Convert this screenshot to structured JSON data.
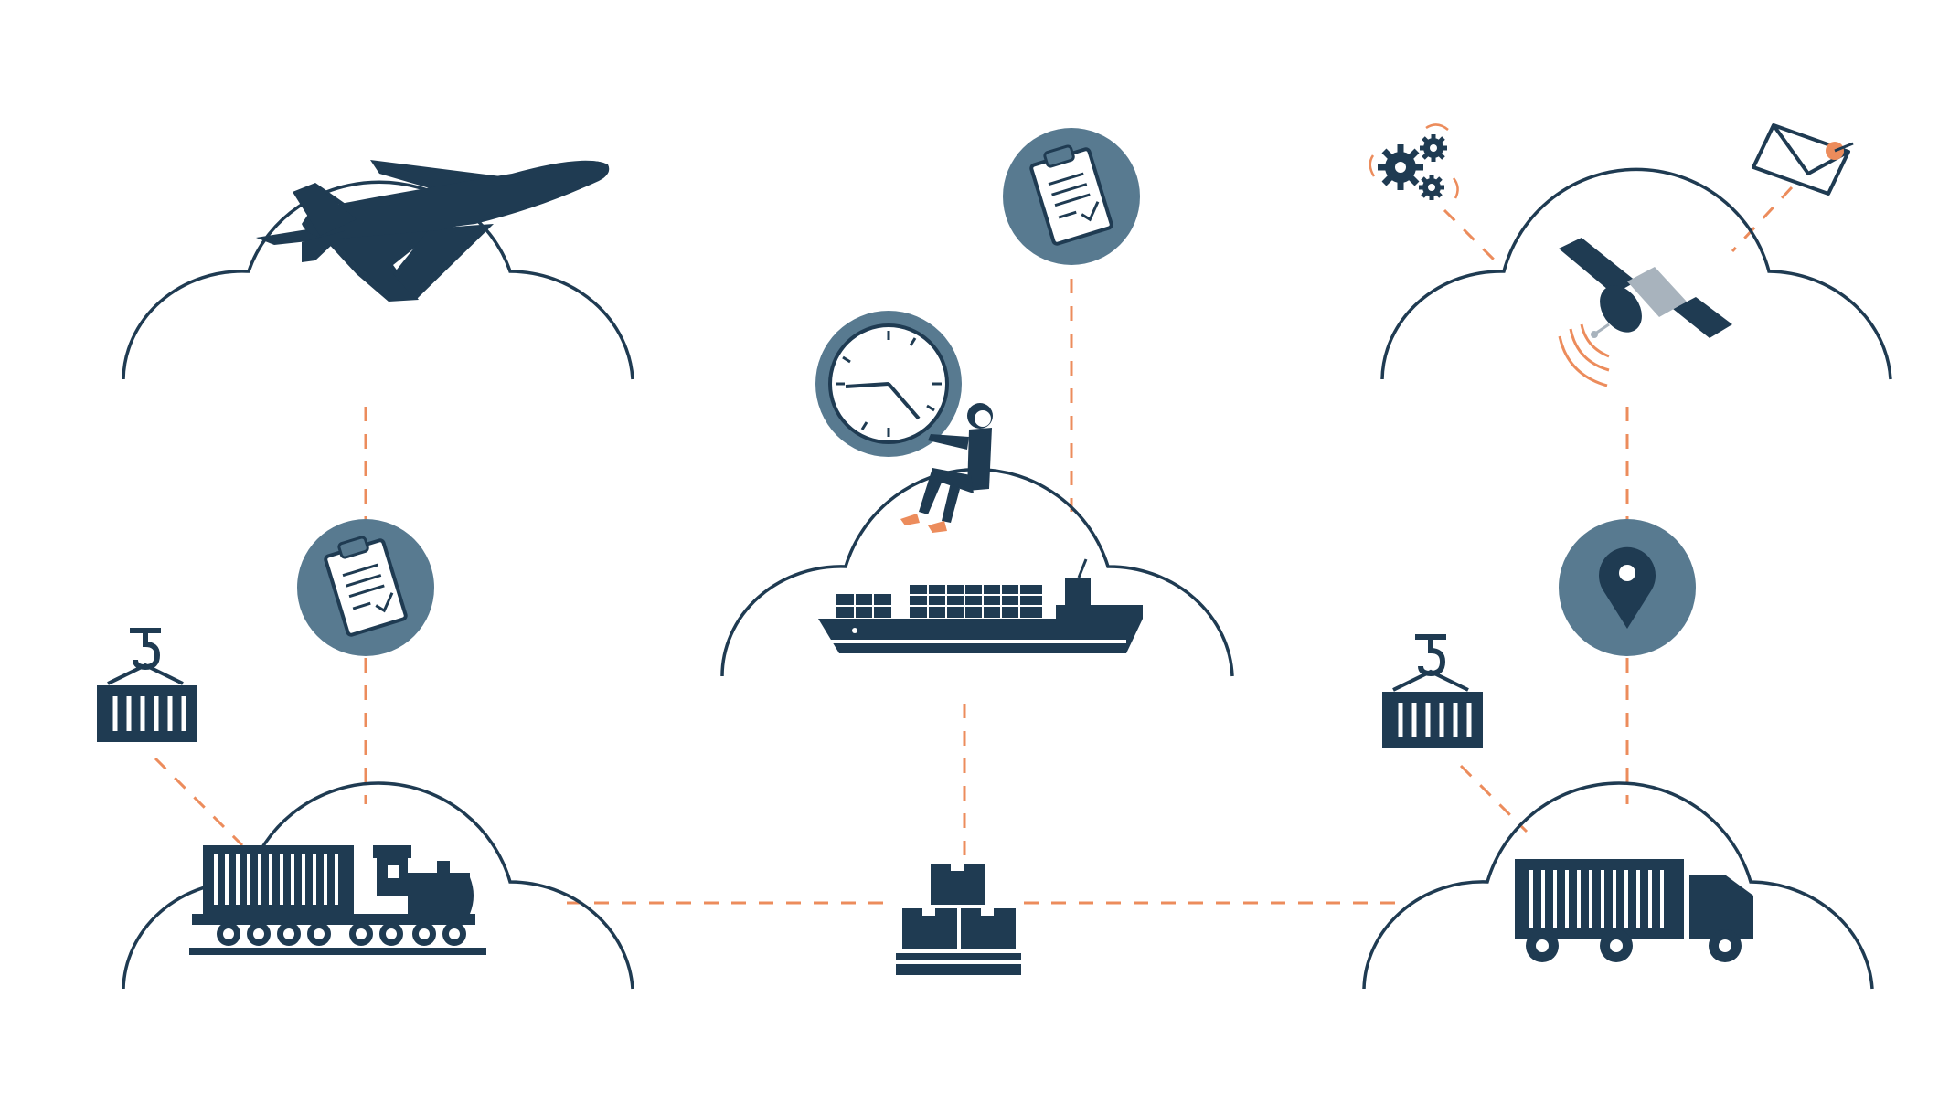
{
  "colors": {
    "navy": "#1f3b52",
    "steel": "#587a90",
    "orange": "#ec8c5c",
    "white": "#ffffff",
    "accent_gray": "#a8b3bd"
  },
  "nodes": [
    {
      "id": "air",
      "icon": "airplane-icon",
      "shape": "cloud"
    },
    {
      "id": "sea",
      "icon": "cargo-ship-icon",
      "shape": "cloud"
    },
    {
      "id": "satellite",
      "icon": "satellite-icon",
      "shape": "cloud"
    },
    {
      "id": "rail",
      "icon": "freight-train-icon",
      "shape": "cloud"
    },
    {
      "id": "road",
      "icon": "truck-icon",
      "shape": "cloud"
    },
    {
      "id": "warehouse",
      "icon": "pallet-boxes-icon",
      "shape": "none"
    }
  ],
  "badges": [
    {
      "id": "docs-left",
      "icon": "clipboard-icon"
    },
    {
      "id": "docs-center",
      "icon": "clipboard-icon"
    },
    {
      "id": "tracking",
      "icon": "location-pin-icon"
    },
    {
      "id": "timing",
      "icon": "clock-icon"
    }
  ],
  "accessories": [
    {
      "id": "crane-left",
      "icon": "crane-container-icon"
    },
    {
      "id": "crane-right",
      "icon": "crane-container-icon"
    },
    {
      "id": "automation",
      "icon": "gears-icon"
    },
    {
      "id": "notification",
      "icon": "envelope-icon"
    },
    {
      "id": "person",
      "icon": "person-sitting-icon"
    }
  ]
}
